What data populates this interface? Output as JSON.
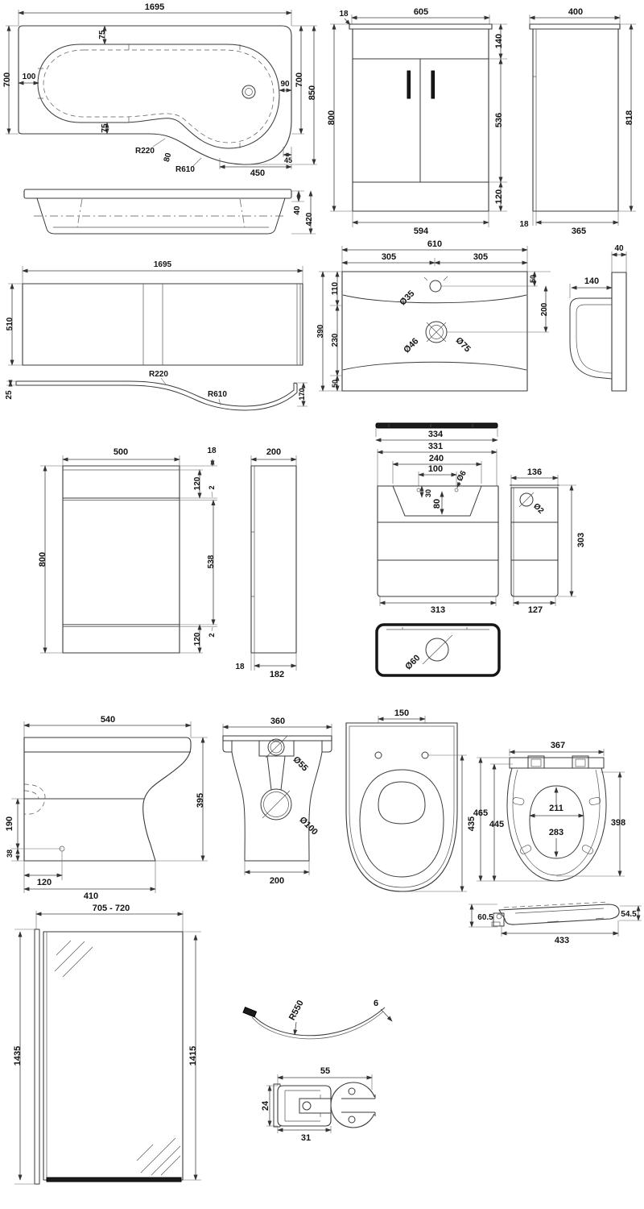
{
  "dims": {
    "bath_top": {
      "len": "1695",
      "left_h": "700",
      "inset100": "100",
      "top75": "75",
      "bot75": "75",
      "right90": "90",
      "right_h": "700",
      "overall": "850",
      "r_outer": "R220",
      "gap80": "80",
      "r_inner": "R610",
      "tail450": "450",
      "off45": "45"
    },
    "bath_side": {
      "rim40": "40",
      "h420": "420"
    },
    "bath_panel": {
      "len": "1695",
      "h510": "510"
    },
    "panel_profile": {
      "t25": "25",
      "r_outer": "R220",
      "r_inner": "R610",
      "drop170": "170"
    },
    "vanity_front": {
      "t18": "18",
      "w605": "605",
      "band140": "140",
      "door536": "536",
      "plinth120": "120",
      "h800": "800",
      "base594": "594"
    },
    "vanity_side": {
      "d400": "400",
      "h818": "818",
      "back18": "18",
      "base365": "365"
    },
    "basin_top": {
      "w610": "610",
      "l305": "305",
      "r305": "305",
      "s110": "110",
      "s230": "230",
      "s50": "50",
      "h390": "390",
      "tap50": "50",
      "span200": "200",
      "hole35": "Ø35",
      "waste46": "Ø46",
      "waste75": "Ø75"
    },
    "basin_side": {
      "a40": "40",
      "d140": "140"
    },
    "wc_front": {
      "w500": "500",
      "h800": "800",
      "t18": "18",
      "b120t": "120",
      "g2t": "2",
      "mid538": "538",
      "b120b": "120",
      "g2b": "2"
    },
    "wc_side": {
      "d200": "200",
      "back18": "18",
      "base182": "182"
    },
    "cistern_front": {
      "lid334": "334",
      "body331": "331",
      "recess240": "240",
      "holes100": "100",
      "hole6": "Ø6",
      "off30": "30",
      "depth80": "80",
      "base313": "313"
    },
    "cistern_side": {
      "d136": "136",
      "hole2": "Ø2",
      "h303": "303",
      "base127": "127"
    },
    "cistern_lid": {
      "hole60": "Ø60"
    },
    "pan_side": {
      "l540": "540",
      "h395": "395",
      "o190": "190",
      "o38": "38",
      "i120": "120",
      "base410": "410"
    },
    "pan_back": {
      "w360": "360",
      "inlet55": "Ø55",
      "outlet100": "Ø100",
      "base200": "200"
    },
    "pan_top": {
      "c150": "150",
      "l435": "435"
    },
    "seat_top": {
      "w367": "367",
      "o465": "465",
      "i445": "445",
      "ow211": "211",
      "ol283": "283",
      "r398": "398"
    },
    "seat_side": {
      "h605": "60.5",
      "h545": "54.5",
      "l433": "433"
    },
    "screen": {
      "w": "705 - 720",
      "hl": "1435",
      "hr": "1415"
    },
    "curve": {
      "r550": "R550",
      "t6": "6"
    },
    "section": {
      "w55": "55",
      "h24": "24",
      "i31": "31"
    }
  }
}
